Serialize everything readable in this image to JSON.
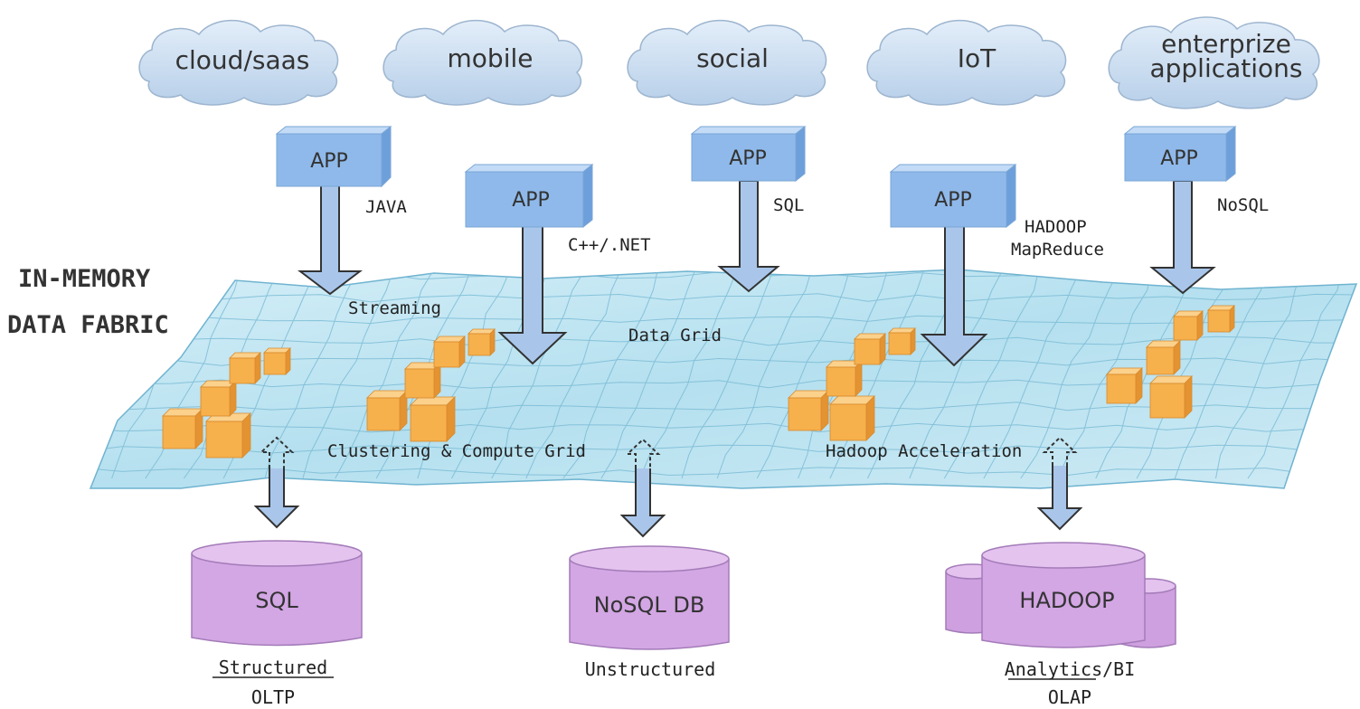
{
  "title": {
    "line1": "IN-MEMORY",
    "line2": "DATA FABRIC"
  },
  "clouds": [
    {
      "label": "cloud/saas",
      "label2": ""
    },
    {
      "label": "mobile",
      "label2": ""
    },
    {
      "label": "social",
      "label2": ""
    },
    {
      "label": "IoT",
      "label2": ""
    },
    {
      "label": "enterprize",
      "label2": "applications"
    }
  ],
  "apps": [
    {
      "label": "APP",
      "lang": "JAVA",
      "lang2": ""
    },
    {
      "label": "APP",
      "lang": "C++/.NET",
      "lang2": ""
    },
    {
      "label": "APP",
      "lang": "SQL",
      "lang2": ""
    },
    {
      "label": "APP",
      "lang": "HADOOP",
      "lang2": "MapReduce"
    },
    {
      "label": "APP",
      "lang": "NoSQL",
      "lang2": ""
    }
  ],
  "fabric_labels": {
    "streaming": "Streaming",
    "data_grid": "Data Grid",
    "clustering": "Clustering & Compute Grid",
    "hadoop_acc": "Hadoop Acceleration"
  },
  "databases": [
    {
      "label": "SQL",
      "caption1": "Structured",
      "caption2": "OLTP"
    },
    {
      "label": "NoSQL DB",
      "caption1": "Unstructured",
      "caption2": ""
    },
    {
      "label": "HADOOP",
      "caption1": "Analytics/BI",
      "caption2": "OLAP"
    }
  ],
  "colors": {
    "cloud_fill": "#c9dcf0",
    "app_front": "#8fb9ea",
    "app_top": "#c3dbf6",
    "app_side": "#6d9fdb",
    "arrow_fill": "#a9c6ea",
    "fabric_fill": "#bfe3ef",
    "fabric_grid": "#6fb3d0",
    "cube_front": "#f6b04c",
    "cube_top": "#fbd18c",
    "cube_side": "#e39332",
    "db_fill": "#d7aee6",
    "db_top": "#e4c3ef"
  }
}
